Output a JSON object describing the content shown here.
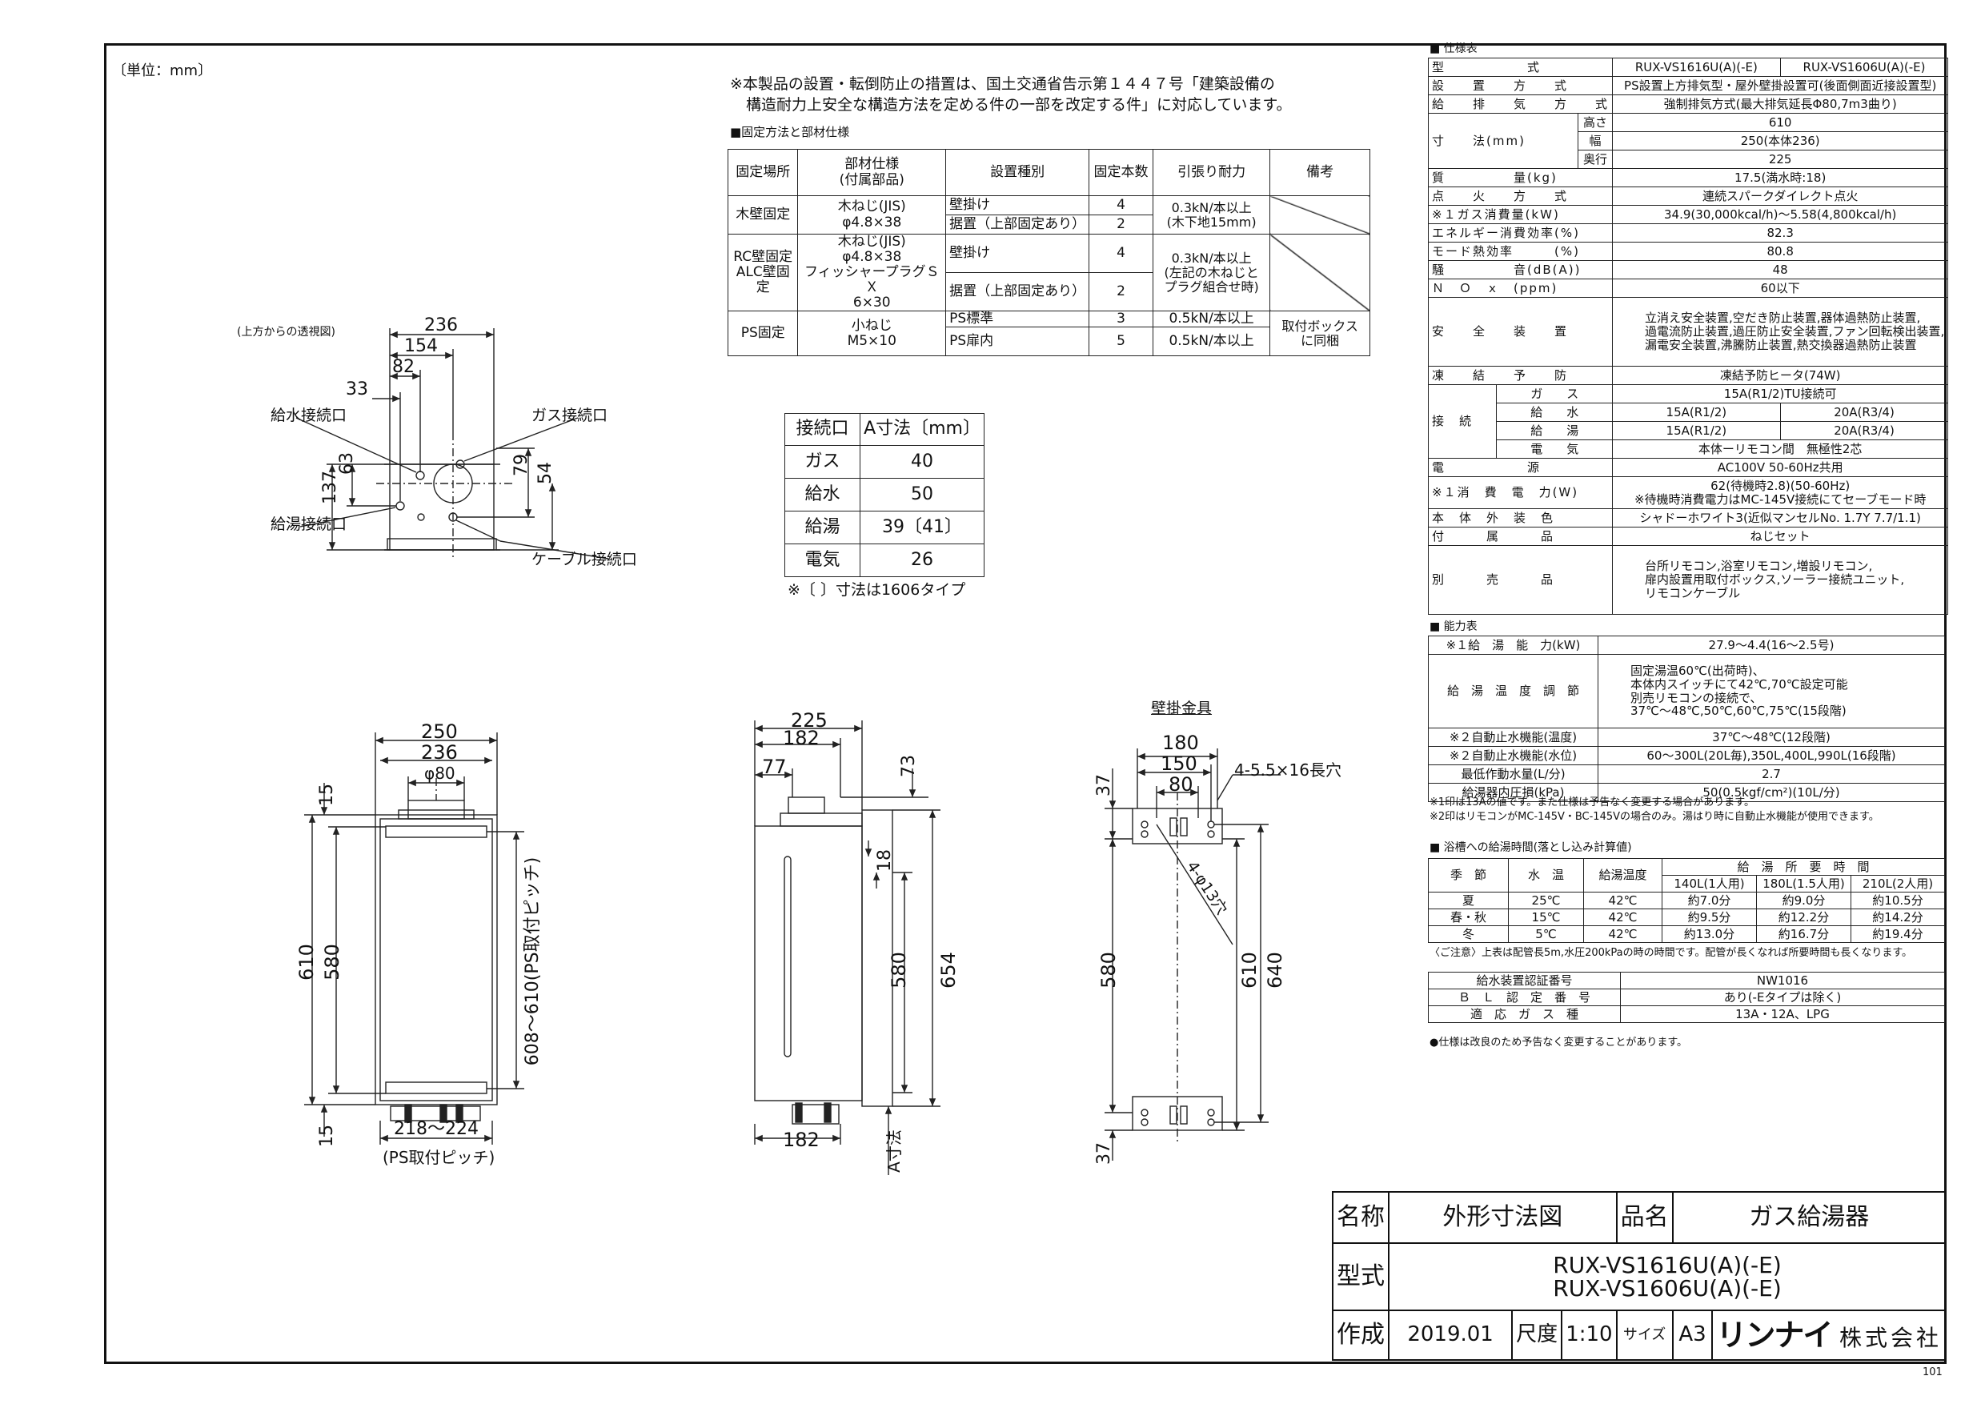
{
  "unit_label": "〔単位：mm〕",
  "page_code": "101",
  "notice": {
    "line1": "※本製品の設置・転倒防止の措置は、国土交通省告示第１４４７号「建築設備の",
    "line2": "構造耐力上安全な構造方法を定める件の一部を改定する件」に対応しています。"
  },
  "fixing": {
    "heading": "■固定方法と部材仕様",
    "headers": [
      "固定場所",
      "部材仕様\n(付属部品)",
      "設置種別",
      "固定本数",
      "引張り耐力",
      "備考"
    ],
    "rows": [
      {
        "place": "木壁固定",
        "parts": "木ねじ(JIS)\nφ4.8×38",
        "types": [
          "壁掛け",
          "据置（上部固定あり）"
        ],
        "counts": [
          "4",
          "2"
        ],
        "strength": "0.3kN/本以上\n(木下地15mm)",
        "note": ""
      },
      {
        "place": "RC壁固定\nALC壁固定",
        "parts": "木ねじ(JIS)\nφ4.8×38\nフィッシャープラグＳＸ\n6×30",
        "types": [
          "壁掛け",
          "据置（上部固定あり）"
        ],
        "counts": [
          "4",
          "2"
        ],
        "strength": "0.3kN/本以上\n(左記の木ねじと\nプラグ組合せ時)",
        "note": ""
      },
      {
        "place": "PS固定",
        "parts": "小ねじ\nM5×10",
        "types": [
          "PS標準",
          "PS扉内"
        ],
        "counts": [
          "3",
          "5"
        ],
        "strengths": [
          "0.5kN/本以上",
          "0.5kN/本以上"
        ],
        "note": "取付ボックス\nに同梱"
      }
    ]
  },
  "a_dim": {
    "headers": [
      "接続口",
      "A寸法〔mm〕"
    ],
    "rows": [
      [
        "ガス",
        "40"
      ],
      [
        "給水",
        "50"
      ],
      [
        "給湯",
        "39〔41〕"
      ],
      [
        "電気",
        "26"
      ]
    ],
    "note": "※〔 〕寸法は1606タイプ"
  },
  "top_view": {
    "caption": "(上方からの透視図)",
    "labels": {
      "water_in": "給水接続口",
      "gas": "ガス接続口",
      "hot": "給湯接続口",
      "cable": "ケーブル接続口"
    },
    "dims": {
      "d236": "236",
      "d154": "154",
      "d82": "82",
      "d33": "33",
      "d63": "63",
      "d137": "137",
      "d79": "79",
      "d54": "54"
    }
  },
  "front_view": {
    "dims": {
      "d250": "250",
      "d236": "236",
      "phi80": "φ80",
      "d15a": "15",
      "d15b": "15",
      "d610": "610",
      "d580": "580",
      "pitch_v": "608～610(PS取付ピッチ)",
      "pitch_h": "218～224",
      "pitch_h_note": "(PS取付ピッチ)"
    }
  },
  "side_view": {
    "dims": {
      "d225": "225",
      "d182": "182",
      "d77": "77",
      "d73": "73",
      "d18": "18",
      "d580": "580",
      "d654": "654",
      "d182b": "182",
      "a": "A寸法"
    }
  },
  "bracket": {
    "title": "壁掛金具",
    "dims": {
      "d180": "180",
      "d150": "150",
      "d80": "80",
      "hole": "4-5.5×16長穴",
      "d37a": "37",
      "d37b": "37",
      "d580": "580",
      "d610": "610",
      "d640": "640",
      "diag": "4-φ13穴"
    }
  },
  "spec": {
    "heading": "■ 仕様表",
    "model_label": "型　　　　　　式",
    "models": [
      "RUX-VS1616U(A)(-E)",
      "RUX-VS1606U(A)(-E)"
    ],
    "rows": [
      [
        "設　　置　　方　　式",
        "PS設置上方排気型・屋外壁掛設置可(後面側面近接設置型)"
      ],
      [
        "給　　排　　気　　方　　式",
        "強制排気方式(最大排気延長Φ80,7m3曲り)"
      ]
    ],
    "size_label": "寸　　法(mm)",
    "size": [
      [
        "高さ",
        "610"
      ],
      [
        "幅",
        "250(本体236)"
      ],
      [
        "奥行",
        "225"
      ]
    ],
    "rows2": [
      [
        "質　　　　　量(kg)",
        "17.5(満水時:18)"
      ],
      [
        "点　　火　　方　　式",
        "連続スパークダイレクト点火"
      ],
      [
        "※１ガス消費量(kW)",
        "34.9(30,000kcal/h)～5.58(4,800kcal/h)"
      ],
      [
        "エネルギー消費効率(%)",
        "82.3"
      ],
      [
        "モード熱効率　　　(%)",
        "80.8"
      ],
      [
        "騒　　　　　音(dB(A))",
        "48"
      ],
      [
        "Ｎ　Ｏ　ｘ　(ppm)",
        "60以下"
      ]
    ],
    "safety_label": "安　　全　　装　　置",
    "safety": [
      "立消え安全装置,空だき防止装置,器体過熱防止装置,",
      "過電流防止装置,過圧防止安全装置,ファン回転検出装置,",
      "漏電安全装置,沸騰防止装置,熱交換器過熱防止装置"
    ],
    "freeze": [
      "凍　　結　　予　　防",
      "凍結予防ヒータ(74W)"
    ],
    "conn_label": "接　続",
    "conn": [
      [
        "ガ　　ス",
        "15A(R1/2)TU接続可"
      ],
      [
        "給　　水",
        "15A(R1/2)",
        "20A(R3/4)"
      ],
      [
        "給　　湯",
        "15A(R1/2)",
        "20A(R3/4)"
      ],
      [
        "電　　気",
        "本体ーリモコン間　無極性2芯"
      ]
    ],
    "power": [
      "電　　　　　　源",
      "AC100V 50-60Hz共用"
    ],
    "consume_label": "※１消　費　電　力(W)",
    "consume": [
      "62(待機時2.8)(50-60Hz)",
      "※待機時消費電力はMC-145V接続にてセーブモード時"
    ],
    "color": [
      "本　体　外　装　色",
      "シャドーホワイト3(近似マンセルNo. 1.7Y 7.7/1.1)"
    ],
    "acc": [
      "付　　　属　　　品",
      "ねじセット"
    ],
    "sold_label": "別　　　売　　　品",
    "sold": [
      "台所リモコン,浴室リモコン,増設リモコン,",
      "扉内設置用取付ボックス,ソーラー接続ユニット,",
      "リモコンケーブル"
    ]
  },
  "capacity": {
    "heading": "■ 能力表",
    "row1": [
      "※１給　湯　能　力(kW)",
      "27.9～4.4(16～2.5号)"
    ],
    "temp_label": "給　湯　温　度　調　節",
    "temp": [
      "固定湯温60℃(出荷時)、",
      "本体内スイッチにて42℃,70℃設定可能",
      "別売リモコンの接続で、",
      "37℃～48℃,50℃,60℃,75℃(15段階)"
    ],
    "rows": [
      [
        "※２自動止水機能(温度)",
        "37℃～48℃(12段階)"
      ],
      [
        "※２自動止水機能(水位)",
        "60～300L(20L毎),350L,400L,990L(16段階)"
      ],
      [
        "最低作動水量(L/分)",
        "2.7"
      ],
      [
        "給湯器内圧損(kPa)",
        "50(0.5kgf/cm²)(10L/分)"
      ]
    ],
    "notes": [
      "※1印は13Aの値です。また仕様は予告なく変更する場合があります。",
      "※2印はリモコンがMC-145V・BC-145Vの場合のみ。湯はり時に自動止水機能が使用できます。"
    ]
  },
  "fill_time": {
    "heading": "■ 浴槽への給湯時間(落とし込み計算値)",
    "headers": [
      "季　節",
      "水　温",
      "給湯温度",
      "給　湯　所　要　時　間"
    ],
    "sub": [
      "140L(1人用)",
      "180L(1.5人用)",
      "210L(2人用)"
    ],
    "rows": [
      [
        "夏",
        "25℃",
        "42℃",
        "約7.0分",
        "約9.0分",
        "約10.5分"
      ],
      [
        "春・秋",
        "15℃",
        "42℃",
        "約9.5分",
        "約12.2分",
        "約14.2分"
      ],
      [
        "冬",
        "5℃",
        "42℃",
        "約13.0分",
        "約16.7分",
        "約19.4分"
      ]
    ],
    "note": "〈ご注意〉上表は配管長5m,水圧200kPaの時の時間です。配管が長くなれば所要時間も長くなります。"
  },
  "cert": {
    "rows": [
      [
        "給水装置認証番号",
        "NW1016"
      ],
      [
        "Ｂ　Ｌ　認　定　番　号",
        "あり(-Eタイプは除く)"
      ],
      [
        "適　応　ガ　ス　種",
        "13A・12A、LPG"
      ]
    ],
    "note": "●仕様は改良のため予告なく変更することがあります。"
  },
  "titleblock": {
    "name_label": "名称",
    "name": "外形寸法図",
    "product_label": "品名",
    "product": "ガス給湯器",
    "model_label": "型式",
    "model1": "RUX-VS1616U(A)(-E)",
    "model2": "RUX-VS1606U(A)(-E)",
    "made_label": "作成",
    "made": "2019.01",
    "scale_label": "尺度",
    "scale": "1:10",
    "size_label": "サイズ",
    "size": "A3",
    "brand": "リンナイ",
    "company": "株式会社"
  }
}
